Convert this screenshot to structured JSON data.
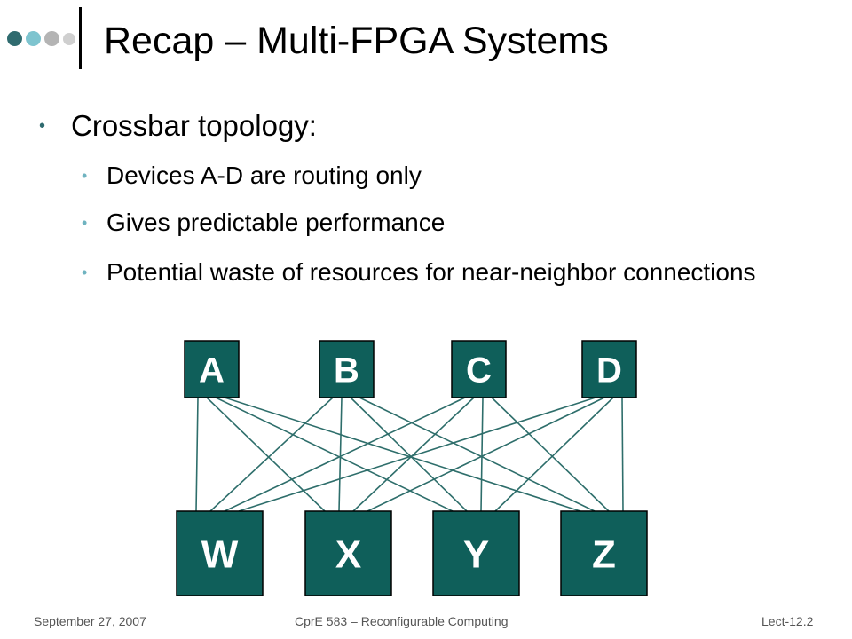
{
  "slide": {
    "title": "Recap – Multi-FPGA Systems",
    "bullets": {
      "main": "Crossbar topology:",
      "sub": [
        "Devices A-D are routing only",
        "Gives predictable performance",
        "Potential waste of resources for near-neighbor connections"
      ]
    }
  },
  "diagram": {
    "routing_devices": [
      "A",
      "B",
      "C",
      "D"
    ],
    "logic_devices": [
      "W",
      "X",
      "Y",
      "Z"
    ],
    "box_color": "#0f5f5a",
    "line_color": "#2e6e6b"
  },
  "footer": {
    "date": "September 27, 2007",
    "course": "CprE 583 – Reconfigurable Computing",
    "lecture": "Lect-12.2"
  },
  "colors": {
    "dot_dark": "#2f6b6f",
    "dot_teal": "#7ec4cf",
    "dot_gray": "#b4b4b4"
  }
}
